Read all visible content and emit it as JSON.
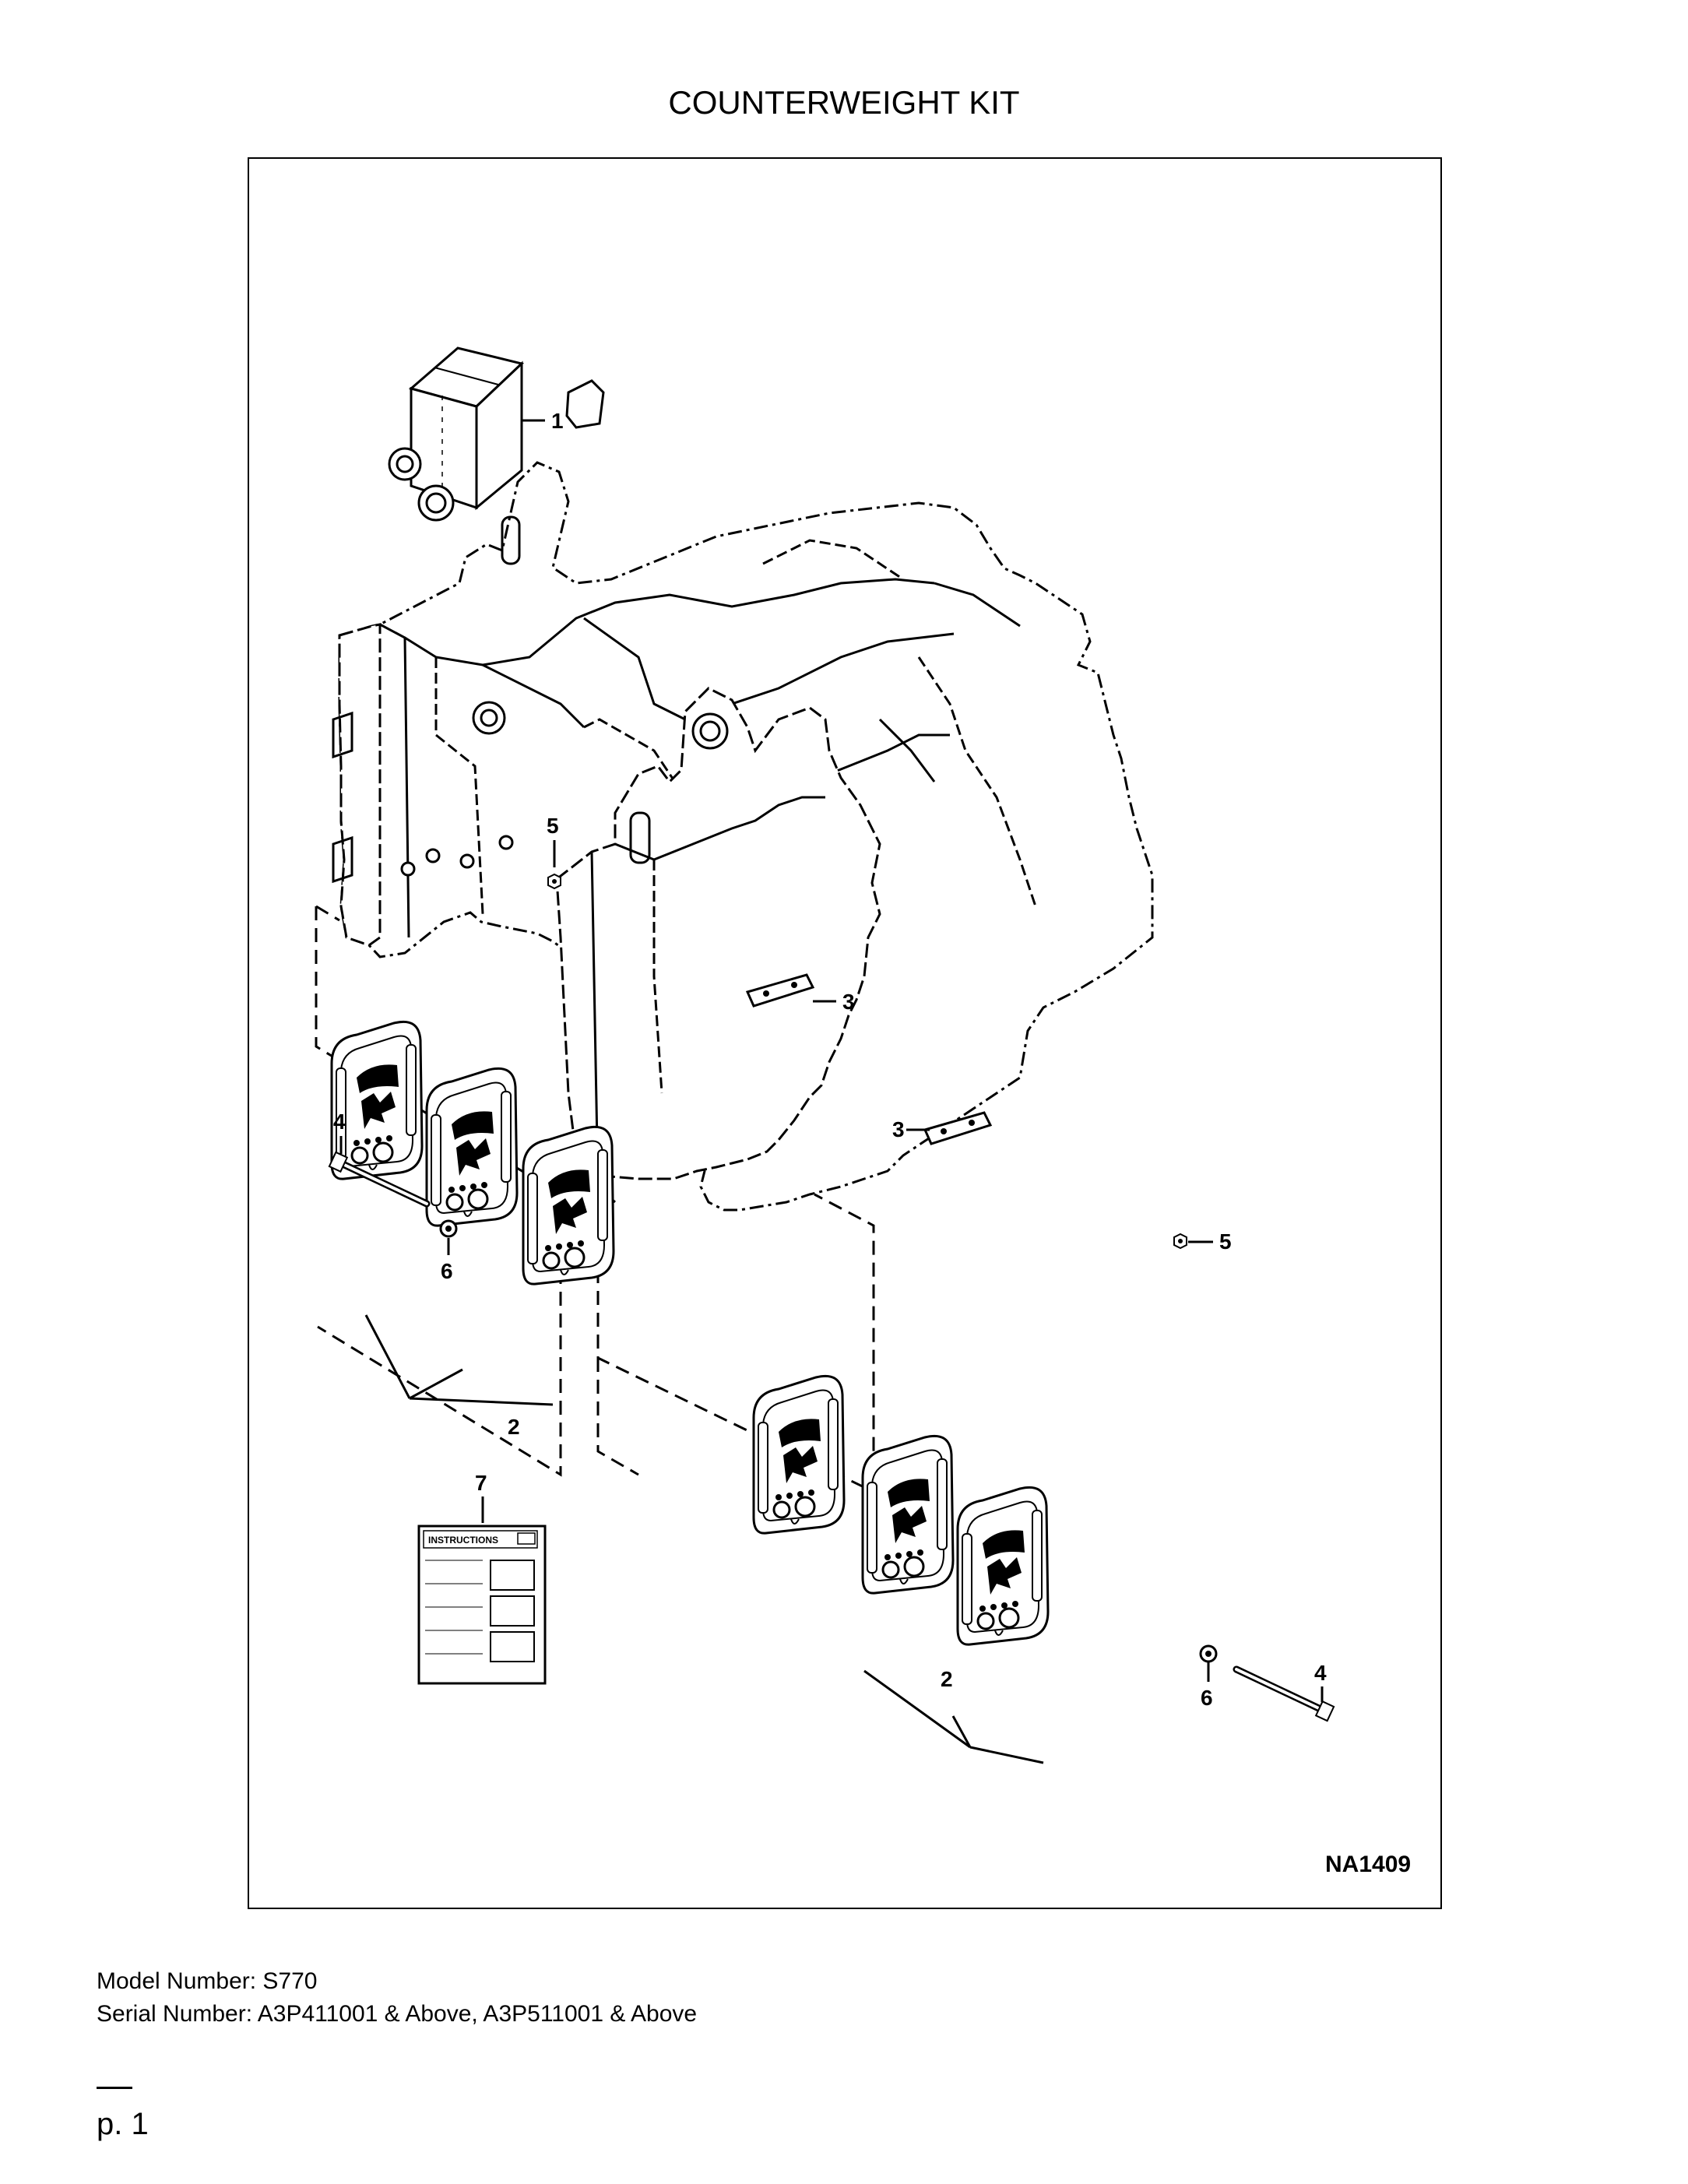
{
  "page": {
    "title": "COUNTERWEIGHT KIT"
  },
  "figure": {
    "id": "NA1409",
    "instructions_label": "INSTRUCTIONS",
    "callouts": {
      "kit": "1",
      "weight": "2",
      "plate": "3",
      "bolt": "4",
      "nut": "5",
      "washer": "6",
      "instructions": "7"
    }
  },
  "footer": {
    "model_number": "Model Number: S770",
    "serial_number": "Serial Number: A3P411001 & Above, A3P511001 & Above",
    "page_number": "p. 1"
  }
}
